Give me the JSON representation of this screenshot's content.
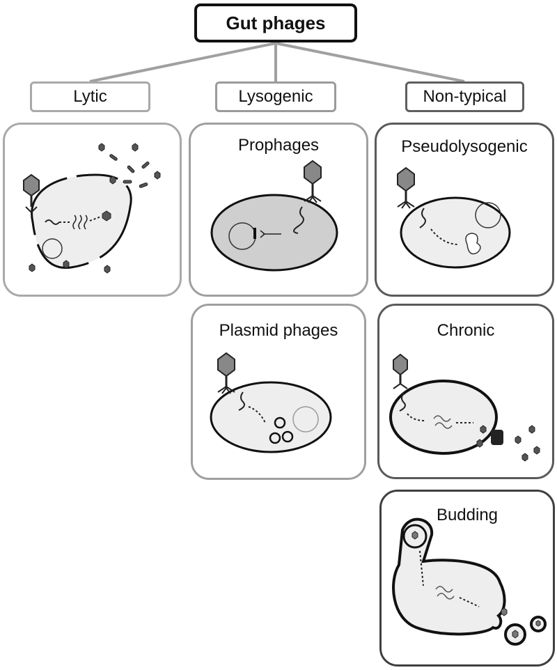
{
  "root": {
    "label": "Gut phages"
  },
  "categories": {
    "lytic": "Lytic",
    "lysogenic": "Lysogenic",
    "non_typical": "Non-typical"
  },
  "panels": {
    "lytic": {
      "title": ""
    },
    "prophages": {
      "title": "Prophages"
    },
    "plasmid_phages": {
      "title": "Plasmid phages"
    },
    "pseudolysogenic": {
      "title": "Pseudolysogenic"
    },
    "chronic": {
      "title": "Chronic"
    },
    "budding": {
      "title": "Budding"
    }
  },
  "colors": {
    "root_border": "#111111",
    "lytic_border": "#a9a9a9",
    "lysogenic_border": "#9a9a9a",
    "non_typical_border": "#5e5e5e",
    "cell_fill": "#eeeeee",
    "prophage_cell_fill": "#cfcfcf"
  }
}
